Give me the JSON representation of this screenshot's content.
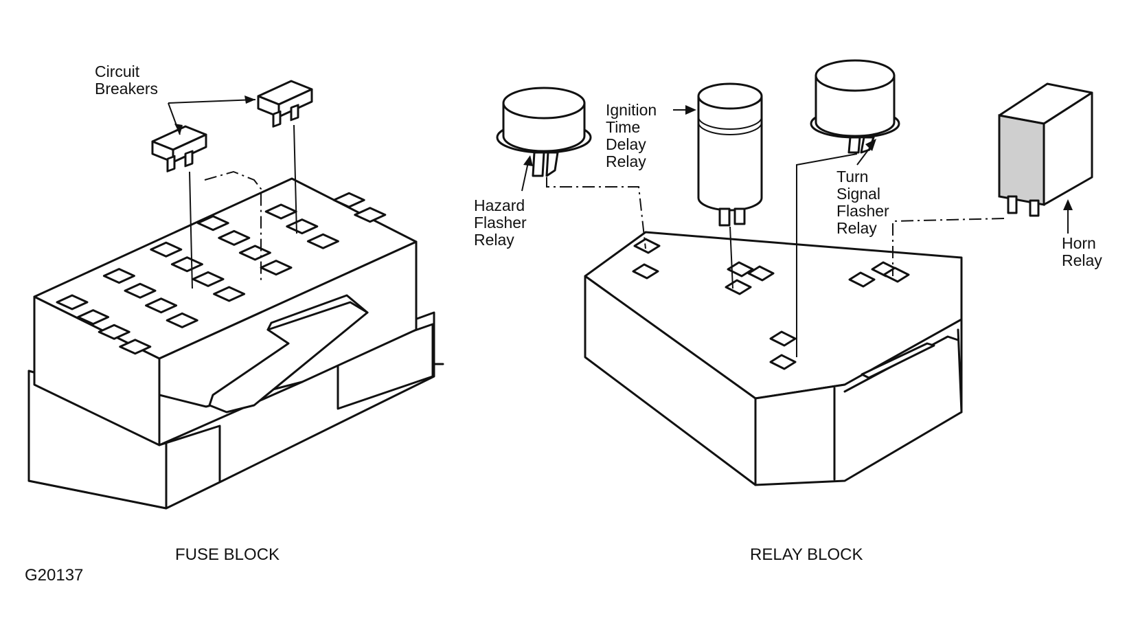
{
  "labels": {
    "circuit_breakers": [
      "Circuit",
      "Breakers"
    ],
    "hazard_flasher_relay": [
      "Hazard",
      "Flasher",
      "Relay"
    ],
    "ignition_time_delay_relay": [
      "Ignition",
      "Time",
      "Delay",
      "Relay"
    ],
    "turn_signal_flasher_relay": [
      "Turn",
      "Signal",
      "Flasher",
      "Relay"
    ],
    "horn_relay": [
      "Horn",
      "Relay"
    ]
  },
  "captions": {
    "fuse_block": "FUSE BLOCK",
    "relay_block": "RELAY BLOCK",
    "figure_id": "G20137"
  },
  "colors": {
    "ink": "#111111",
    "background": "#ffffff"
  }
}
